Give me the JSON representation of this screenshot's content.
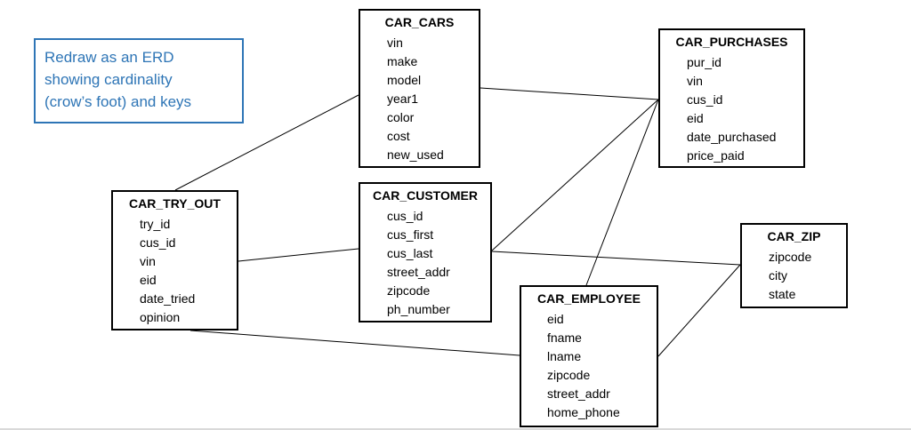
{
  "note": {
    "lines": [
      "Redraw as an ERD",
      "showing cardinality",
      "(crow’s foot) and keys"
    ],
    "color": "#2e75b6"
  },
  "entities": {
    "car_cars": {
      "title": "CAR_CARS",
      "attributes": [
        "vin",
        "make",
        "model",
        "year1",
        "color",
        "cost",
        "new_used"
      ]
    },
    "car_purchases": {
      "title": "CAR_PURCHASES",
      "attributes": [
        "pur_id",
        "vin",
        "cus_id",
        "eid",
        "date_purchased",
        "price_paid"
      ]
    },
    "car_try_out": {
      "title": "CAR_TRY_OUT",
      "attributes": [
        "try_id",
        "cus_id",
        "vin",
        "eid",
        "date_tried",
        "opinion"
      ]
    },
    "car_customer": {
      "title": "CAR_CUSTOMER",
      "attributes": [
        "cus_id",
        "cus_first",
        "cus_last",
        "street_addr",
        "zipcode",
        "ph_number"
      ]
    },
    "car_zip": {
      "title": "CAR_ZIP",
      "attributes": [
        "zipcode",
        "city",
        "state"
      ]
    },
    "car_employee": {
      "title": "CAR_EMPLOYEE",
      "attributes": [
        "eid",
        "fname",
        "lname",
        "zipcode",
        "street_addr",
        "home_phone"
      ]
    }
  },
  "relationships": [
    {
      "from": "car_cars",
      "to": "car_purchases"
    },
    {
      "from": "car_cars",
      "to": "car_try_out"
    },
    {
      "from": "car_customer",
      "to": "car_purchases"
    },
    {
      "from": "car_customer",
      "to": "car_try_out"
    },
    {
      "from": "car_customer",
      "to": "car_zip"
    },
    {
      "from": "car_employee",
      "to": "car_purchases"
    },
    {
      "from": "car_employee",
      "to": "car_try_out"
    },
    {
      "from": "car_employee",
      "to": "car_zip"
    }
  ]
}
